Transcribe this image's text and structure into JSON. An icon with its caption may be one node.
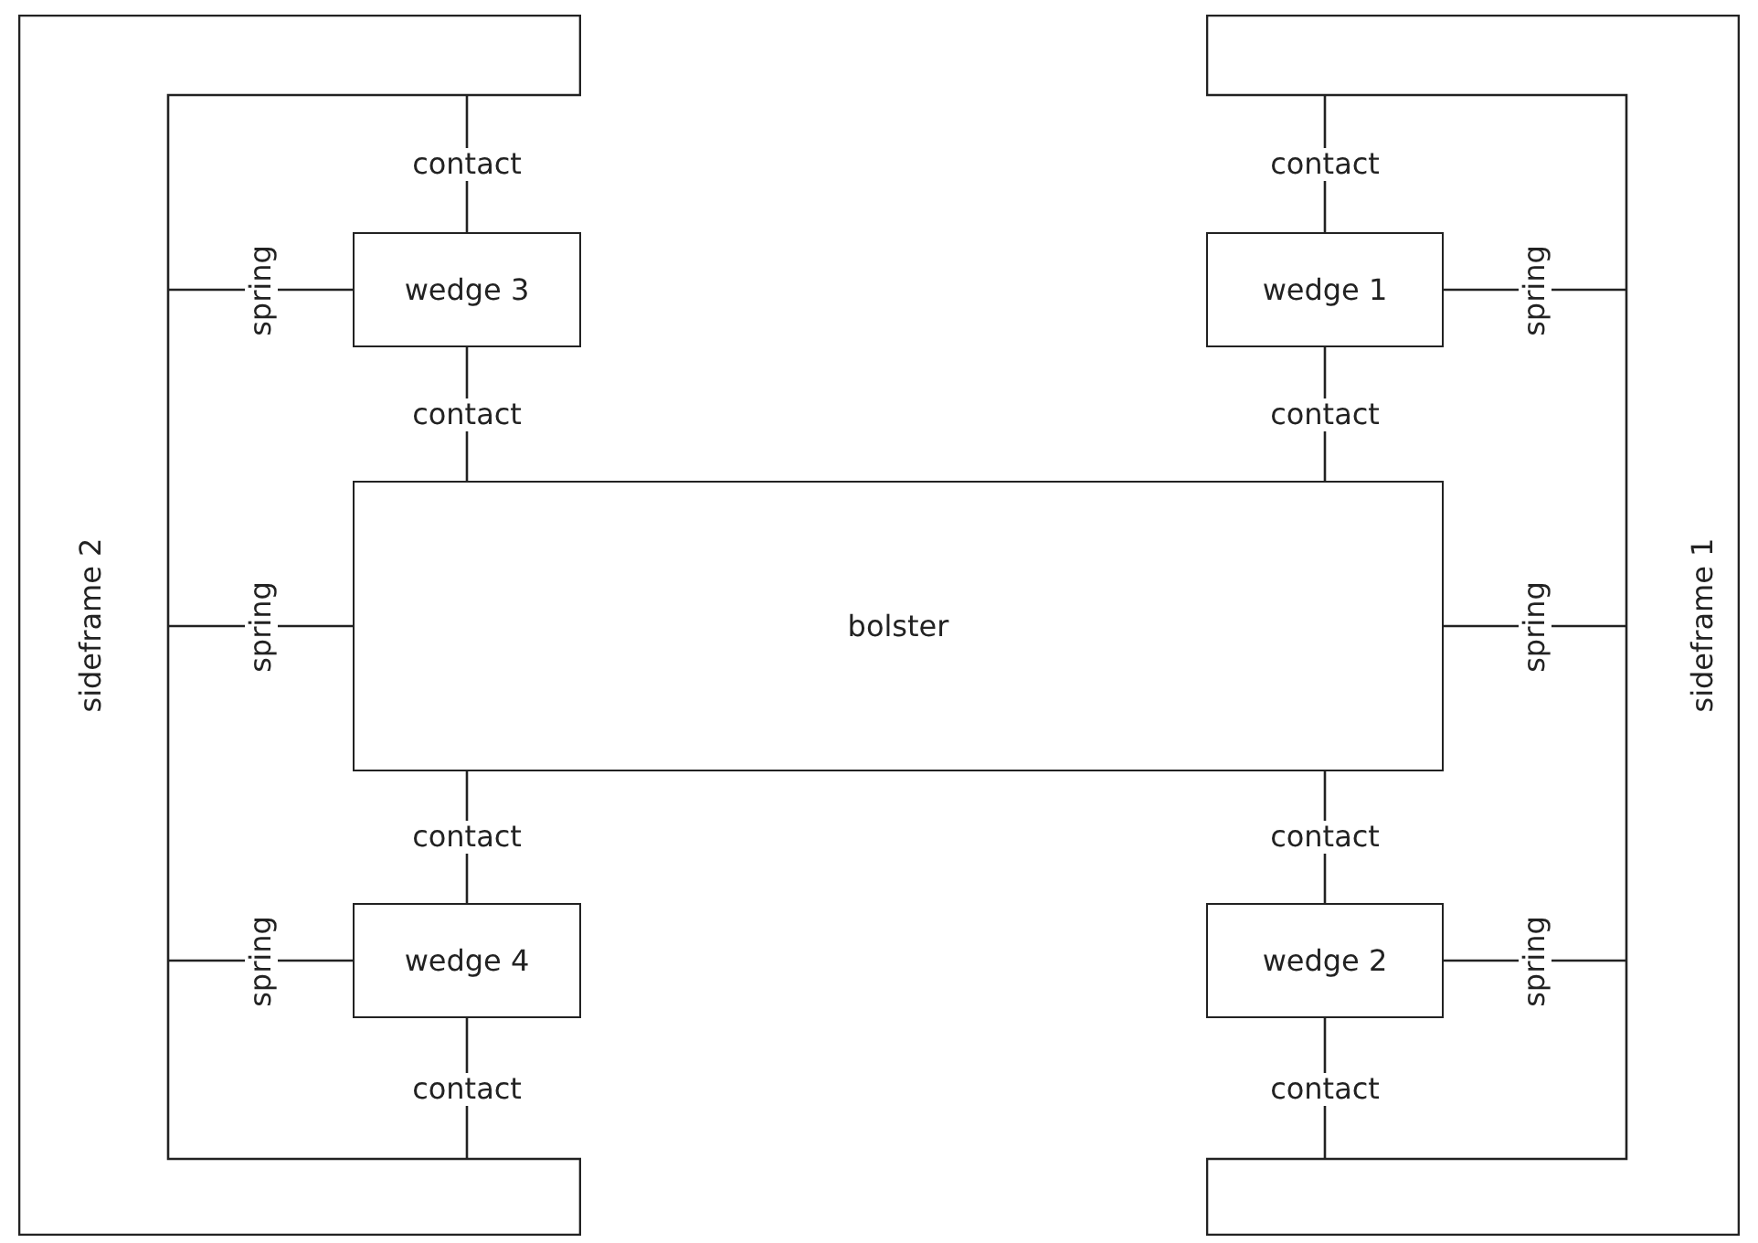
{
  "diagram": {
    "nodes": [
      {
        "text": [
          "sideframe 2"
        ]
      },
      {
        "text": [
          "sideframe 1"
        ]
      },
      {
        "text": [
          "wedge 3"
        ]
      },
      {
        "text": [
          "wedge 1"
        ]
      },
      {
        "text": [
          "bolster"
        ]
      },
      {
        "text": [
          "wedge 4"
        ]
      },
      {
        "text": [
          "wedge 2"
        ]
      }
    ],
    "edges": [
      {
        "from": 2,
        "to": 0,
        "arrow": "none",
        "label": "contact"
      },
      {
        "from": 3,
        "to": 1,
        "arrow": "none",
        "label": "contact"
      },
      {
        "from": 2,
        "to": 0,
        "arrow": "none",
        "label": "spring"
      },
      {
        "from": 3,
        "to": 1,
        "arrow": "none",
        "label": "spring"
      },
      {
        "from": 2,
        "to": 4,
        "arrow": "none",
        "label": "contact"
      },
      {
        "from": 3,
        "to": 4,
        "arrow": "none",
        "label": "contact"
      },
      {
        "from": 4,
        "to": 0,
        "arrow": "none",
        "label": "spring"
      },
      {
        "from": 4,
        "to": 1,
        "arrow": "none",
        "label": "spring"
      },
      {
        "from": 4,
        "to": 5,
        "arrow": "none",
        "label": "contact"
      },
      {
        "from": 4,
        "to": 6,
        "arrow": "none",
        "label": "contact"
      },
      {
        "from": 5,
        "to": 0,
        "arrow": "none",
        "label": "spring"
      },
      {
        "from": 6,
        "to": 1,
        "arrow": "none",
        "label": "spring"
      },
      {
        "from": 5,
        "to": 0,
        "arrow": "none",
        "label": "contact"
      },
      {
        "from": 6,
        "to": 1,
        "arrow": "none",
        "label": "contact"
      }
    ]
  }
}
